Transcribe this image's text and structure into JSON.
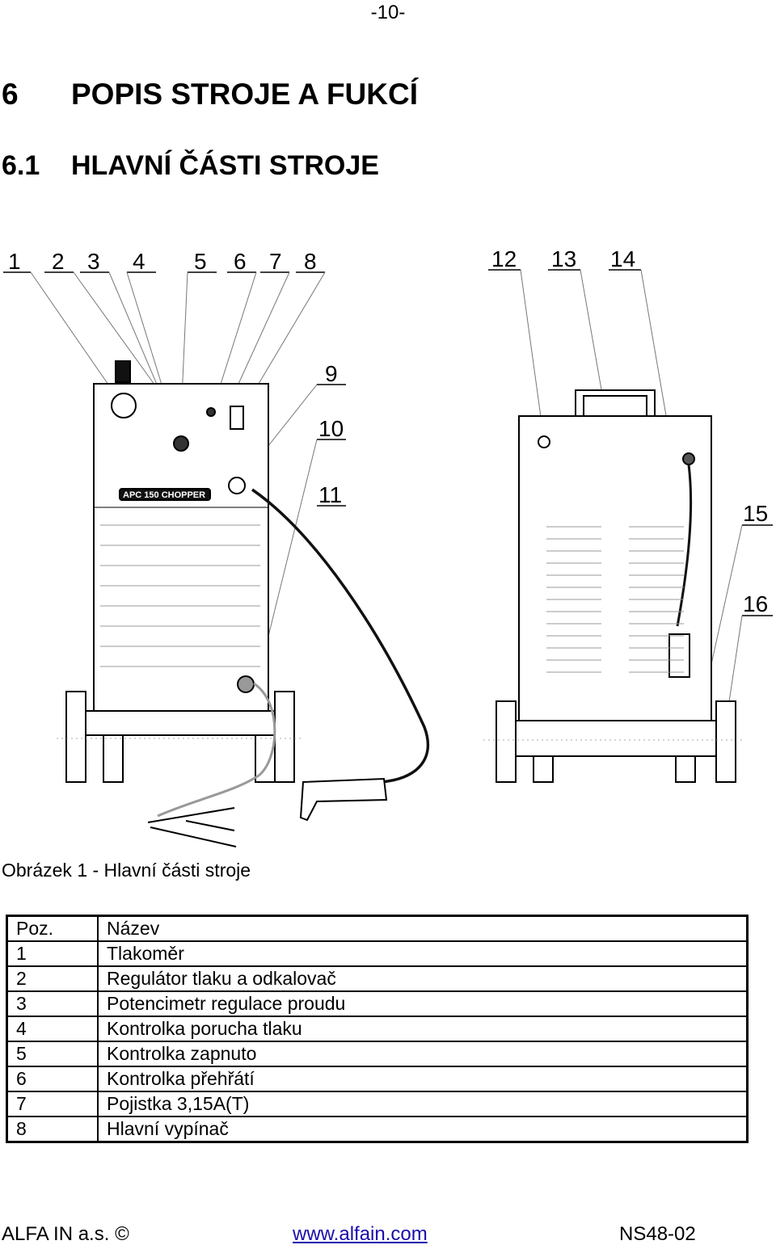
{
  "page_number": "-10-",
  "heading1": {
    "number": "6",
    "text": "POPIS STROJE A FUKCÍ"
  },
  "heading2": {
    "number": "6.1",
    "text": "HLAVNÍ ČÁSTI STROJE"
  },
  "figure": {
    "callouts": [
      "1",
      "2",
      "3",
      "4",
      "5",
      "6",
      "7",
      "8",
      "9",
      "10",
      "11",
      "12",
      "13",
      "14",
      "15",
      "16"
    ],
    "panel_label": "APC 150 CHOPPER"
  },
  "caption": "Obrázek 1 - Hlavní části stroje",
  "table": {
    "headers": [
      "Poz.",
      "Název"
    ],
    "rows": [
      [
        "1",
        "Tlakoměr"
      ],
      [
        "2",
        "Regulátor tlaku a odkalovač"
      ],
      [
        "3",
        "Potencimetr regulace proudu"
      ],
      [
        "4",
        "Kontrolka porucha tlaku"
      ],
      [
        "5",
        "Kontrolka zapnuto"
      ],
      [
        "6",
        "Kontrolka přehřátí"
      ],
      [
        "7",
        "Pojistka 3,15A(T)"
      ],
      [
        "8",
        "Hlavní vypínač"
      ]
    ]
  },
  "footer": {
    "company": "ALFA IN a.s. ©",
    "website": "www.alfain.com",
    "doc_code": "NS48-02"
  }
}
